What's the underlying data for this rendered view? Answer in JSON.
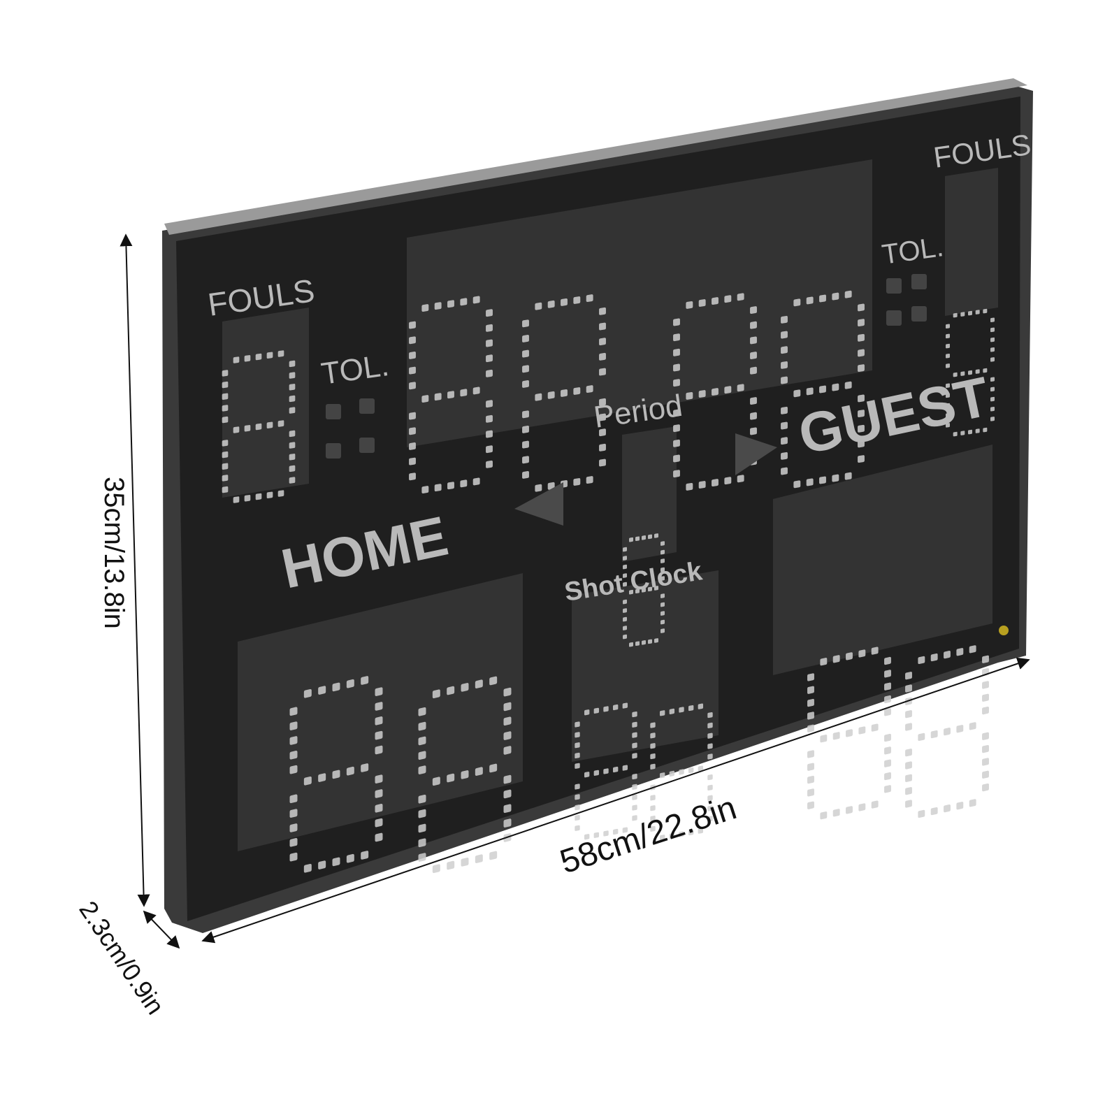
{
  "scoreboard": {
    "fouls_left": "FOULS",
    "fouls_right": "FOULS",
    "tol_left": "TOL.",
    "tol_right": "TOL.",
    "period": "Period",
    "home": "HOME",
    "guest": "GUEST",
    "shot_clock": "Shot Clock"
  },
  "dimensions": {
    "height": "35cm/13.8in",
    "width": "58cm/22.8in",
    "depth": "2.3cm/0.9in"
  },
  "colors": {
    "board": "#1f1f1f",
    "frame": "#3a3a3a",
    "window": "#333333",
    "led": "#cfcfcf",
    "label": "#b9b9b9"
  }
}
